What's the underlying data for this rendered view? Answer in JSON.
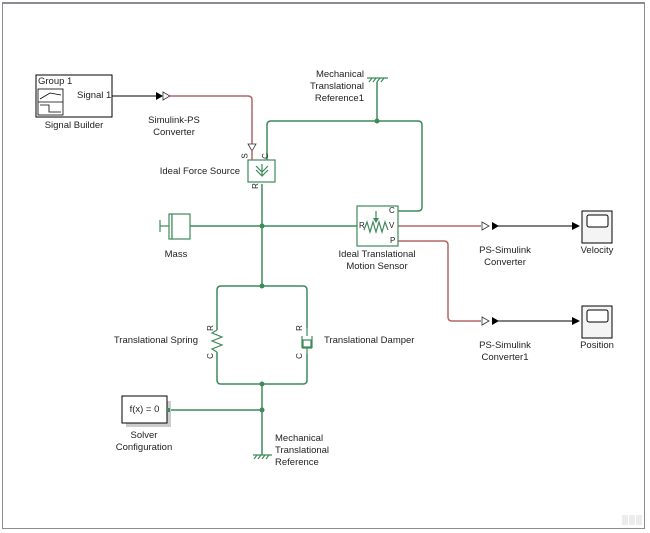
{
  "model": {
    "blocks": {
      "signal_builder": {
        "name": "Signal Builder",
        "group": "Group 1",
        "output": "Signal 1"
      },
      "simulink_ps": {
        "name_line1": "Simulink-PS",
        "name_line2": "Converter"
      },
      "ideal_force_source": {
        "name": "Ideal Force Source",
        "ports": {
          "s": "S",
          "c": "C",
          "r": "R"
        }
      },
      "mech_ref1": {
        "line1": "Mechanical",
        "line2": "Translational",
        "line3": "Reference1"
      },
      "mass": {
        "name": "Mass"
      },
      "motion_sensor": {
        "line1": "Ideal Translational",
        "line2": "Motion Sensor",
        "ports": {
          "r": "R",
          "c": "C",
          "v": "V",
          "p": "P"
        }
      },
      "ps_simulink": {
        "line1": "PS-Simulink",
        "line2": "Converter"
      },
      "ps_simulink1": {
        "line1": "PS-Simulink",
        "line2": "Converter1"
      },
      "velocity_scope": {
        "name": "Velocity"
      },
      "position_scope": {
        "name": "Position"
      },
      "spring": {
        "name": "Translational Spring",
        "ports": {
          "r": "R",
          "c": "C"
        }
      },
      "damper": {
        "name": "Translational Damper",
        "ports": {
          "r": "R",
          "c": "C"
        }
      },
      "solver": {
        "expr": "f(x) = 0",
        "line1": "Solver",
        "line2": "Configuration"
      },
      "mech_ref": {
        "line1": "Mechanical",
        "line2": "Translational",
        "line3": "Reference"
      }
    },
    "colors": {
      "physical": "#3d8a5a",
      "ps_signal": "#b06666",
      "signal": "#000000"
    }
  }
}
